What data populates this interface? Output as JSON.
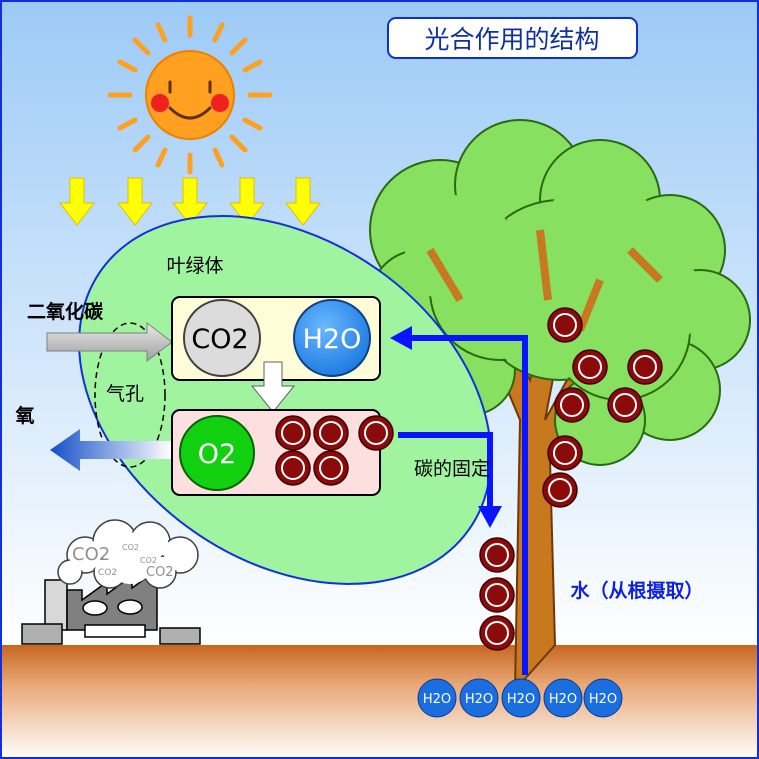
{
  "title": "光合作用的结构",
  "labels": {
    "chloroplast": "叶绿体",
    "co2_in": "二氧化碳",
    "stoma": "气孔",
    "oxygen": "氧",
    "carbon_fixation": "碳的固定",
    "water": "水（从根摄取）"
  },
  "molecules": {
    "co2": "CO2",
    "h2o": "H2O",
    "o2": "O2",
    "carbon": "C"
  },
  "factory_smoke": [
    "CO2",
    "CO2",
    "CO2",
    "CO2",
    "CO2"
  ],
  "root_water": [
    "H2O",
    "H2O",
    "H2O",
    "H2O",
    "H2O"
  ],
  "colors": {
    "water_flow": "#0a14ff",
    "carbon": "#8b0a0a",
    "leaf": "#88e060",
    "ground": "#c8661e"
  }
}
